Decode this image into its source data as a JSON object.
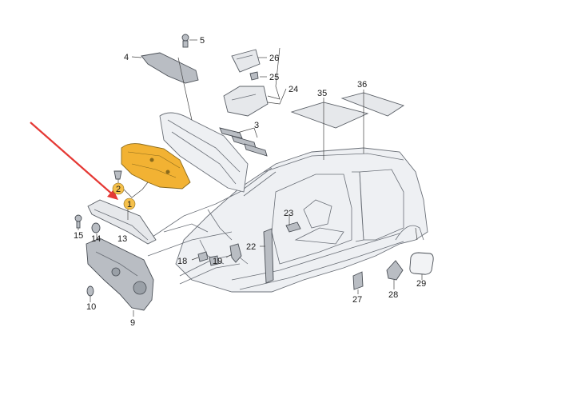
{
  "callouts": {
    "c1": "1",
    "c2": "2",
    "c3": "3",
    "c4": "4",
    "c5": "5",
    "c9": "9",
    "c10": "10",
    "c13": "13",
    "c14": "14",
    "c15": "15",
    "c18": "18",
    "c19": "19",
    "c22": "22",
    "c23": "23",
    "c24": "24",
    "c25": "25",
    "c26": "26",
    "c27": "27",
    "c28": "28",
    "c29": "29",
    "c35": "35",
    "c36": "36"
  },
  "colors": {
    "highlight_part": "#f2b233",
    "highlight_badge": "#f5c04a",
    "arrow": "#e53935",
    "part_fill": "#e6e8eb",
    "line": "#5a5f66"
  }
}
